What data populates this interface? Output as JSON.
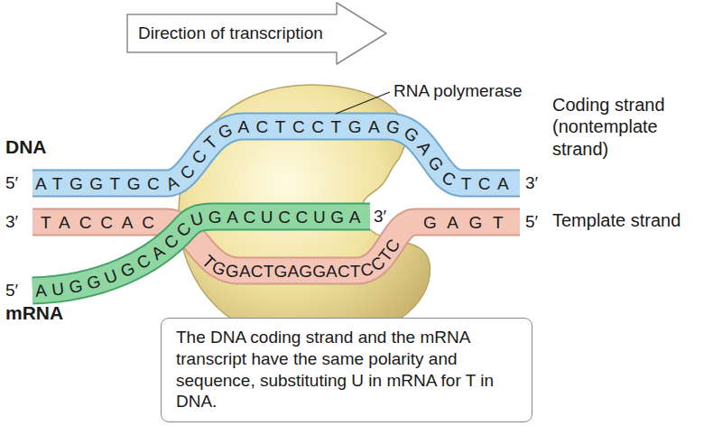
{
  "diagram": {
    "nodes": [
      {
        "text": [
          "Direction of transcription"
        ]
      },
      {
        "text": [
          "The DNA coding strand and the mRNA transcript have the same polarity and sequence, substituting U in mRNA for T in DNA."
        ]
      }
    ],
    "labels": [
      "RNA polymerase",
      "DNA",
      "5′",
      "ATGGTGCACCTGACTCCTGAGGAGCTCA",
      "3′",
      "Coding strand (nontemplate strand)",
      "3′",
      "TACCAC",
      "TGGACTGAGGACTCCTC",
      "GAGT",
      "5′",
      "Template strand",
      "5′",
      "AUGGUGCACCUGACUCCUGA",
      "3′",
      "mRNA"
    ]
  }
}
